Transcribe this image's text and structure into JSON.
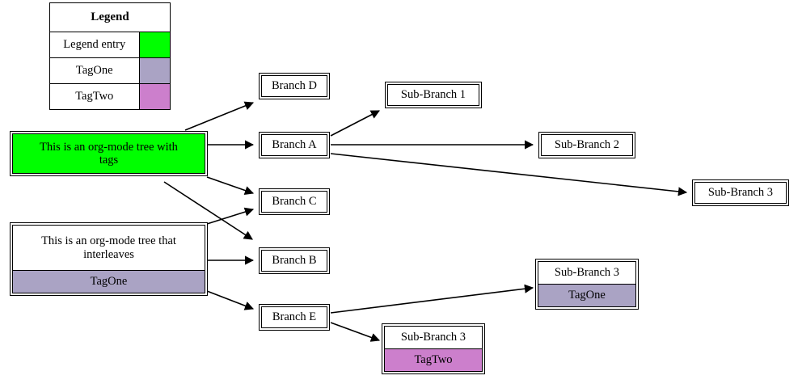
{
  "diagram": {
    "type": "org-mode tree graph",
    "background": "#ffffff",
    "edge_color": "#000000"
  },
  "colors": {
    "legend_entry": "#00ff00",
    "tag_one": "#aaa3c4",
    "tag_two": "#cc7fcc",
    "node_fill": "#ffffff",
    "border": "#000000"
  },
  "legend": {
    "title": "Legend",
    "rows": [
      {
        "label": "Legend entry",
        "swatch": "#00ff00"
      },
      {
        "label": "TagOne",
        "swatch": "#aaa3c4"
      },
      {
        "label": "TagTwo",
        "swatch": "#cc7fcc"
      }
    ]
  },
  "nodes": {
    "root_tags": {
      "title": "This is an org-mode tree with\ntags"
    },
    "root_interleaves": {
      "title": "This is an org-mode tree that\ninterleaves",
      "tag": "TagOne"
    },
    "branch_d": {
      "title": "Branch D"
    },
    "branch_a": {
      "title": "Branch A"
    },
    "branch_c": {
      "title": "Branch C"
    },
    "branch_b": {
      "title": "Branch B"
    },
    "branch_e": {
      "title": "Branch E"
    },
    "sub_branch_1": {
      "title": "Sub-Branch 1"
    },
    "sub_branch_2": {
      "title": "Sub-Branch 2"
    },
    "sub_branch_3_right": {
      "title": "Sub-Branch 3"
    },
    "sub_branch_3_tagone": {
      "title": "Sub-Branch 3",
      "tag": "TagOne"
    },
    "sub_branch_3_tagtwo": {
      "title": "Sub-Branch 3",
      "tag": "TagTwo"
    }
  },
  "edges": [
    {
      "from": "root_tags",
      "to": "branch_d"
    },
    {
      "from": "root_tags",
      "to": "branch_a"
    },
    {
      "from": "root_tags",
      "to": "branch_c"
    },
    {
      "from": "root_tags",
      "to": "branch_b"
    },
    {
      "from": "root_interleaves",
      "to": "branch_c"
    },
    {
      "from": "root_interleaves",
      "to": "branch_b"
    },
    {
      "from": "root_interleaves",
      "to": "branch_e"
    },
    {
      "from": "branch_a",
      "to": "sub_branch_1"
    },
    {
      "from": "branch_a",
      "to": "sub_branch_2"
    },
    {
      "from": "branch_a",
      "to": "sub_branch_3_right"
    },
    {
      "from": "branch_e",
      "to": "sub_branch_3_tagone"
    },
    {
      "from": "branch_e",
      "to": "sub_branch_3_tagtwo"
    }
  ]
}
